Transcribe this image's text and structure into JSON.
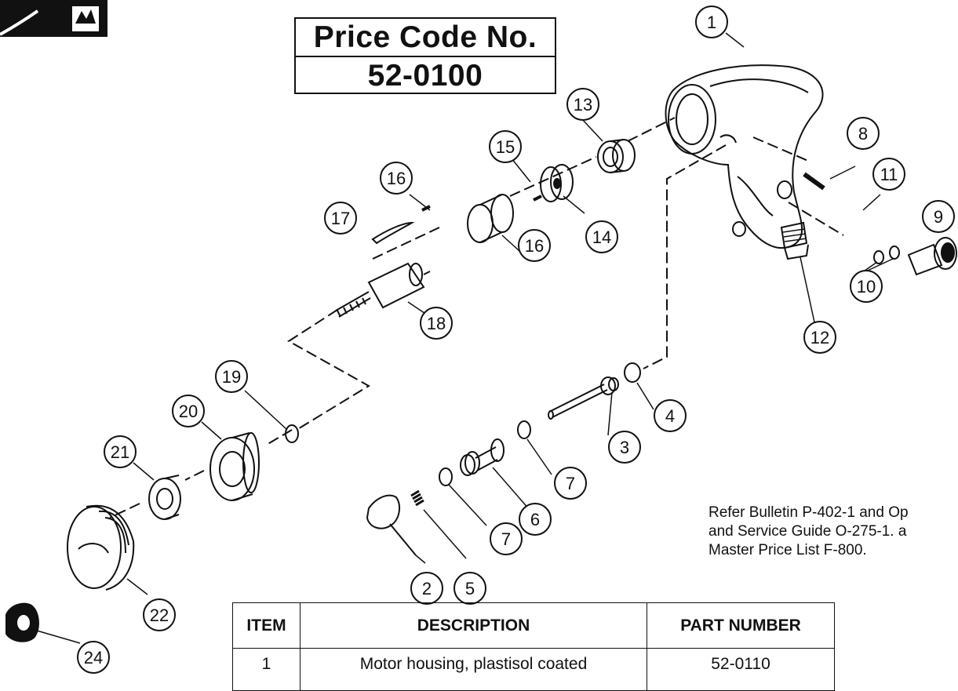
{
  "price_code": {
    "label": "Price Code No.",
    "number": "52-0100"
  },
  "callouts": [
    "1",
    "2",
    "3",
    "4",
    "5",
    "6",
    "7",
    "7",
    "8",
    "9",
    "10",
    "11",
    "12",
    "13",
    "14",
    "15",
    "16",
    "16",
    "17",
    "18",
    "19",
    "20",
    "21",
    "22",
    "24"
  ],
  "note": "Refer Bulletin P-402-1 and Op\nand Service Guide O-275-1. a\nMaster Price List F-800.",
  "table": {
    "headers": {
      "item": "ITEM",
      "description": "DESCRIPTION",
      "part_number": "PART NUMBER"
    },
    "rows": [
      {
        "item": "1",
        "description": "Motor housing, plastisol coated",
        "part_number": "52-0110"
      }
    ]
  },
  "colors": {
    "ink": "#111111",
    "paper": "#ffffff"
  }
}
